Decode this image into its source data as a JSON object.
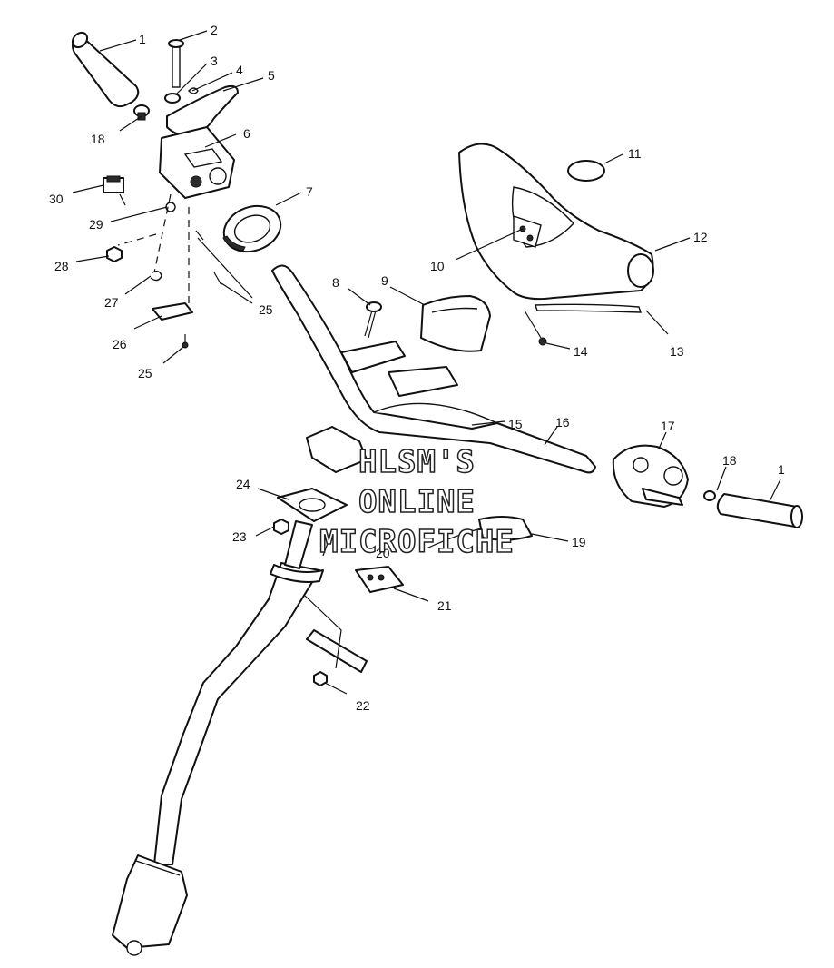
{
  "callouts": [
    {
      "id": "c1a",
      "label": "1"
    },
    {
      "id": "c2",
      "label": "2"
    },
    {
      "id": "c3",
      "label": "3"
    },
    {
      "id": "c4",
      "label": "4"
    },
    {
      "id": "c5",
      "label": "5"
    },
    {
      "id": "c6",
      "label": "6"
    },
    {
      "id": "c7",
      "label": "7"
    },
    {
      "id": "c8",
      "label": "8"
    },
    {
      "id": "c9",
      "label": "9"
    },
    {
      "id": "c10",
      "label": "10"
    },
    {
      "id": "c11",
      "label": "11"
    },
    {
      "id": "c12",
      "label": "12"
    },
    {
      "id": "c13",
      "label": "13"
    },
    {
      "id": "c14",
      "label": "14"
    },
    {
      "id": "c15",
      "label": "15"
    },
    {
      "id": "c16",
      "label": "16"
    },
    {
      "id": "c17",
      "label": "17"
    },
    {
      "id": "c18a",
      "label": "18"
    },
    {
      "id": "c18b",
      "label": "18"
    },
    {
      "id": "c1b",
      "label": "1"
    },
    {
      "id": "c19",
      "label": "19"
    },
    {
      "id": "c20",
      "label": "20"
    },
    {
      "id": "c21",
      "label": "21"
    },
    {
      "id": "c22",
      "label": "22"
    },
    {
      "id": "c23",
      "label": "23"
    },
    {
      "id": "c24",
      "label": "24"
    },
    {
      "id": "c25a",
      "label": "25"
    },
    {
      "id": "c25b",
      "label": "25"
    },
    {
      "id": "c26",
      "label": "26"
    },
    {
      "id": "c27",
      "label": "27"
    },
    {
      "id": "c28",
      "label": "28"
    },
    {
      "id": "c29",
      "label": "29"
    },
    {
      "id": "c30",
      "label": "30"
    }
  ],
  "watermark": {
    "line1": "HLSM'S",
    "line2": "ONLINE",
    "line3": "MICROFICHE"
  }
}
